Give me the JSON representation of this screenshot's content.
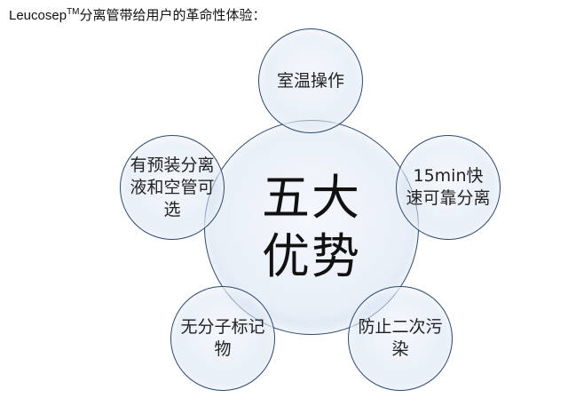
{
  "title": {
    "brand": "Leucosep",
    "trademark": "TM",
    "text": "分离管带给用户的革命性体验："
  },
  "center": {
    "line1": "五大",
    "line2": "优势"
  },
  "satellites": [
    {
      "position": "top",
      "text": "室温操作"
    },
    {
      "position": "left",
      "text": "有预装分离液和空管可选"
    },
    {
      "position": "right",
      "text": "15min快速可靠分离"
    },
    {
      "position": "bottom-left",
      "text": "无分子标记物"
    },
    {
      "position": "bottom-right",
      "text": "防止二次污染"
    }
  ],
  "colors": {
    "bubble_border": "#2e4a72",
    "bubble_fill": "#dbe6f3",
    "text": "#222222"
  }
}
